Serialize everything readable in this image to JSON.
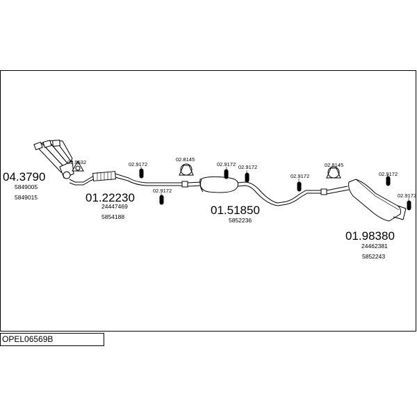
{
  "diagram_code": "OPEL06569B",
  "parts": [
    {
      "number": "04.3790",
      "refs": [
        "5849005",
        "5849015"
      ]
    },
    {
      "number": "01.22230",
      "refs": [
        "24447469",
        "5854188"
      ]
    },
    {
      "number": "01.51850",
      "refs": [
        "5852236"
      ]
    },
    {
      "number": "01.98380",
      "refs": [
        "24462381",
        "5852243"
      ]
    }
  ],
  "fittings": {
    "gasket": "02.9532",
    "hanger_1": "02.9172",
    "hanger_2": "02.9172",
    "clamp_1": "02.8145",
    "hanger_3": "02.9172",
    "hanger_4": "02.9172",
    "hanger_5": "02.9172",
    "clamp_2": "02.8145",
    "hanger_6": "02.9172",
    "hanger_7": "02.9172"
  }
}
